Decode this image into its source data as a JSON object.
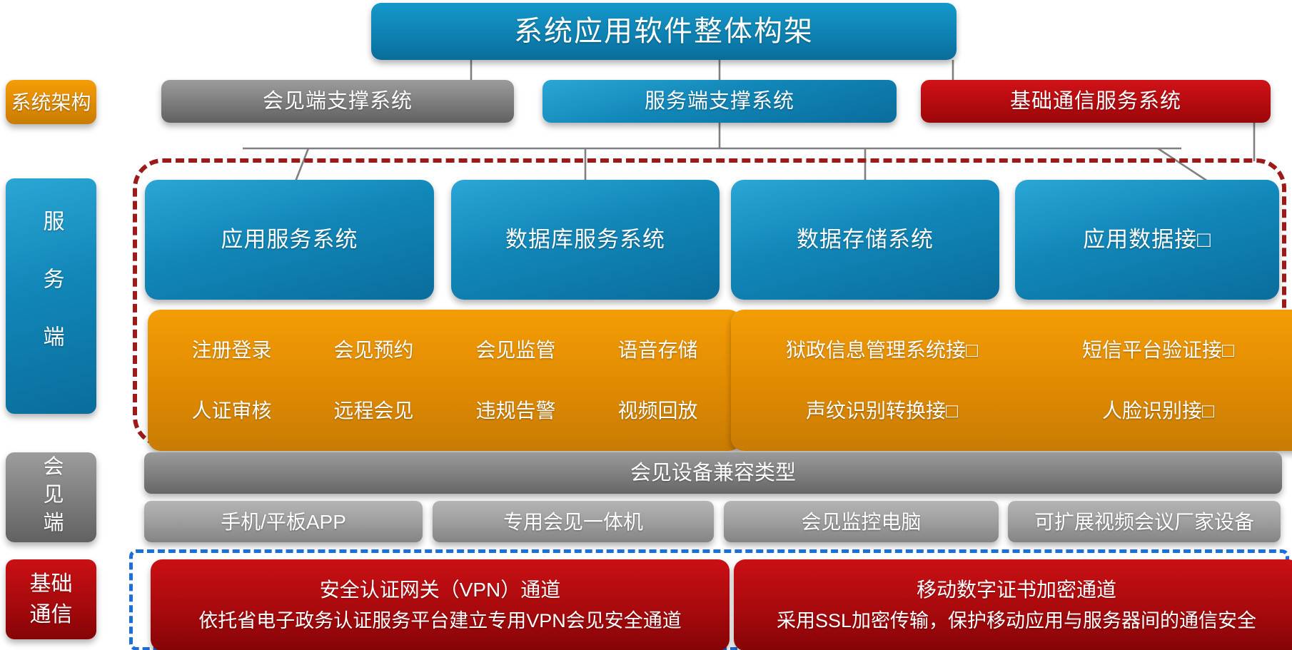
{
  "banner": {
    "title": "系统应用软件整体构架"
  },
  "rail": {
    "architecture": "系统架构",
    "server_side": "服务端",
    "meeting_side": "会见端",
    "basic_comm_line1": "基础",
    "basic_comm_line2": "通信"
  },
  "tier2": {
    "meeting_support": "会见端支撑系统",
    "server_support": "服务端支撑系统",
    "basic_comm_service": "基础通信服务系统"
  },
  "server_layer": {
    "systems": [
      "应用服务系统",
      "数据库服务系统",
      "数据存储系统",
      "应用数据接□"
    ],
    "app_functions": [
      "注册登录",
      "会见预约",
      "会见监管",
      "语音存储",
      "人证审核",
      "远程会见",
      "违规告警",
      "视频回放"
    ],
    "interfaces": [
      "狱政信息管理系统接□",
      "短信平台验证接□",
      "声纹识别转换接□",
      "人脸识别接□"
    ]
  },
  "meeting_layer": {
    "bar": "会见设备兼容类型",
    "devices": [
      "手机/平板APP",
      "专用会见一体机",
      "会见监控电脑",
      "可扩展视频会议厂家设备"
    ]
  },
  "comm_layer": {
    "channels": [
      {
        "title": "安全认证网关（VPN）通道",
        "desc": "依托省电子政务认证服务平台建立专用VPN会见安全通道"
      },
      {
        "title": "移动数字证书加密通道",
        "desc": "采用SSL加密传输，保护移动应用与服务器间的通信安全"
      }
    ]
  },
  "colors": {
    "blue": "#0f7fae",
    "orange": "#ef9804",
    "gray": "#7c7c7c",
    "red": "#b40b0f",
    "dashed_red_border": "#9b1b1b",
    "dashed_blue_border": "#1c6ed8",
    "connector": "#808080"
  }
}
